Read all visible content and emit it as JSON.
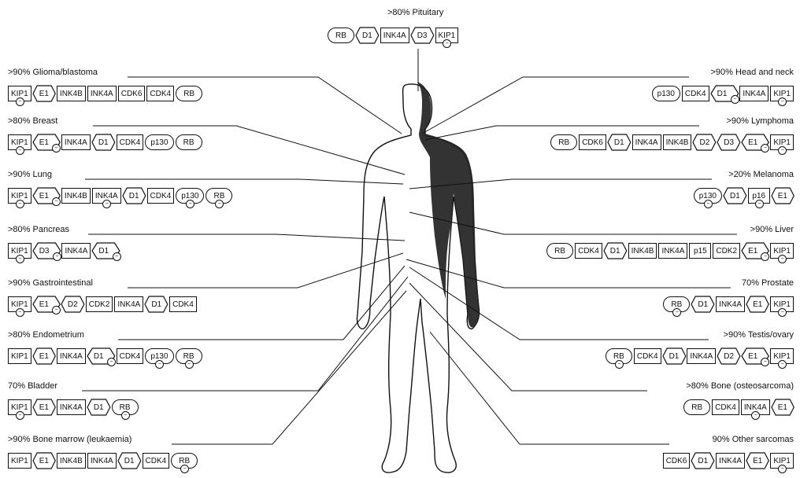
{
  "pituitary": {
    "label": ">80% Pituitary",
    "items": [
      {
        "t": "RB",
        "s": "oval"
      },
      {
        "t": "D1",
        "s": "hex"
      },
      {
        "t": "INK4A",
        "s": "box"
      },
      {
        "t": "D3",
        "s": "hex"
      },
      {
        "t": "KIP1",
        "s": "box",
        "m": true
      }
    ]
  },
  "left": [
    {
      "label": ">90% Glioma/blastoma",
      "items": [
        {
          "t": "KIP1",
          "s": "box",
          "m": true
        },
        {
          "t": "E1",
          "s": "hex"
        },
        {
          "t": "INK4B",
          "s": "box"
        },
        {
          "t": "INK4A",
          "s": "box"
        },
        {
          "t": "CDK6",
          "s": "box"
        },
        {
          "t": "CDK4",
          "s": "box"
        },
        {
          "t": "RB",
          "s": "oval"
        }
      ]
    },
    {
      "label": ">80% Breast",
      "items": [
        {
          "t": "KIP1",
          "s": "box",
          "m": true
        },
        {
          "t": "E1",
          "s": "hex",
          "m": true
        },
        {
          "t": "INK4A",
          "s": "box"
        },
        {
          "t": "D1",
          "s": "hex"
        },
        {
          "t": "CDK4",
          "s": "box"
        },
        {
          "t": "p130",
          "s": "oval"
        },
        {
          "t": "RB",
          "s": "oval"
        }
      ]
    },
    {
      "label": ">90% Lung",
      "items": [
        {
          "t": "KIP1",
          "s": "box",
          "m": true
        },
        {
          "t": "E1",
          "s": "hex",
          "m": true
        },
        {
          "t": "INK4B",
          "s": "box"
        },
        {
          "t": "INK4A",
          "s": "box",
          "m": true
        },
        {
          "t": "D1",
          "s": "hex"
        },
        {
          "t": "CDK4",
          "s": "box"
        },
        {
          "t": "p130",
          "s": "oval",
          "m": true
        },
        {
          "t": "RB",
          "s": "oval",
          "m": true
        }
      ]
    },
    {
      "label": ">80% Pancreas",
      "items": [
        {
          "t": "KIP1",
          "s": "box",
          "m": true
        },
        {
          "t": "D3",
          "s": "hex",
          "m": true
        },
        {
          "t": "INK4A",
          "s": "box"
        },
        {
          "t": "D1",
          "s": "hex",
          "m": true
        }
      ]
    },
    {
      "label": ">90% Gastrointestinal",
      "items": [
        {
          "t": "KIP1",
          "s": "box",
          "m": true
        },
        {
          "t": "E1",
          "s": "hex",
          "m": true
        },
        {
          "t": "D2",
          "s": "hex"
        },
        {
          "t": "CDK2",
          "s": "box"
        },
        {
          "t": "INK4A",
          "s": "box"
        },
        {
          "t": "D1",
          "s": "hex"
        },
        {
          "t": "CDK4",
          "s": "box"
        }
      ]
    },
    {
      "label": ">80% Endometrium",
      "items": [
        {
          "t": "KIP1",
          "s": "box"
        },
        {
          "t": "E1",
          "s": "hex"
        },
        {
          "t": "INK4A",
          "s": "box"
        },
        {
          "t": "D1",
          "s": "hex",
          "m": true
        },
        {
          "t": "CDK4",
          "s": "box"
        },
        {
          "t": "p130",
          "s": "oval",
          "m": true
        },
        {
          "t": "RB",
          "s": "oval",
          "m": true
        }
      ]
    },
    {
      "label": "70% Bladder",
      "items": [
        {
          "t": "KIP1",
          "s": "box",
          "m": true
        },
        {
          "t": "E1",
          "s": "hex"
        },
        {
          "t": "INK4A",
          "s": "box"
        },
        {
          "t": "D1",
          "s": "hex"
        },
        {
          "t": "RB",
          "s": "oval",
          "m": true
        }
      ]
    },
    {
      "label": ">90% Bone marrow (leukaemia)",
      "items": [
        {
          "t": "KIP1",
          "s": "box"
        },
        {
          "t": "E1",
          "s": "hex"
        },
        {
          "t": "INK4B",
          "s": "box"
        },
        {
          "t": "INK4A",
          "s": "box"
        },
        {
          "t": "D1",
          "s": "hex"
        },
        {
          "t": "CDK4",
          "s": "box"
        },
        {
          "t": "RB",
          "s": "oval",
          "m": true
        }
      ]
    }
  ],
  "right": [
    {
      "label": ">90% Head and neck",
      "items": [
        {
          "t": "p130",
          "s": "oval"
        },
        {
          "t": "CDK4",
          "s": "box"
        },
        {
          "t": "D1",
          "s": "hex",
          "m": true
        },
        {
          "t": "INK4A",
          "s": "box"
        },
        {
          "t": "KIP1",
          "s": "box",
          "m": true
        }
      ]
    },
    {
      "label": ">90% Lymphoma",
      "items": [
        {
          "t": "RB",
          "s": "oval"
        },
        {
          "t": "CDK6",
          "s": "box"
        },
        {
          "t": "D1",
          "s": "hex"
        },
        {
          "t": "INK4A",
          "s": "box"
        },
        {
          "t": "INK4B",
          "s": "box"
        },
        {
          "t": "D2",
          "s": "hex"
        },
        {
          "t": "D3",
          "s": "hex"
        },
        {
          "t": "E1",
          "s": "hex",
          "m": true
        },
        {
          "t": "KIP1",
          "s": "box",
          "m": true
        }
      ]
    },
    {
      "label": ">20% Melanoma",
      "items": [
        {
          "t": "p130",
          "s": "oval",
          "m": true
        },
        {
          "t": "D1",
          "s": "hex"
        },
        {
          "t": "p16",
          "s": "box",
          "m": true
        },
        {
          "t": "E1",
          "s": "hex"
        }
      ]
    },
    {
      "label": ">90% Liver",
      "items": [
        {
          "t": "RB",
          "s": "oval"
        },
        {
          "t": "CDK4",
          "s": "box"
        },
        {
          "t": "D1",
          "s": "hex"
        },
        {
          "t": "INK4B",
          "s": "box"
        },
        {
          "t": "INK4A",
          "s": "box"
        },
        {
          "t": "p15",
          "s": "box"
        },
        {
          "t": "CDK2",
          "s": "box"
        },
        {
          "t": "E1",
          "s": "hex",
          "m": true
        },
        {
          "t": "KIP1",
          "s": "box",
          "m": true
        }
      ]
    },
    {
      "label": "70% Prostate",
      "items": [
        {
          "t": "RB",
          "s": "oval",
          "m": true
        },
        {
          "t": "D1",
          "s": "hex"
        },
        {
          "t": "INK4A",
          "s": "box"
        },
        {
          "t": "E1",
          "s": "hex"
        },
        {
          "t": "KIP1",
          "s": "box",
          "m": true
        }
      ]
    },
    {
      "label": ">90% Testis/ovary",
      "items": [
        {
          "t": "RB",
          "s": "oval",
          "m": true
        },
        {
          "t": "CDK4",
          "s": "box"
        },
        {
          "t": "D1",
          "s": "hex"
        },
        {
          "t": "INK4A",
          "s": "box"
        },
        {
          "t": "D2",
          "s": "hex"
        },
        {
          "t": "E1",
          "s": "hex",
          "m": true
        },
        {
          "t": "KIP1",
          "s": "box",
          "m": true
        }
      ]
    },
    {
      "label": ">80% Bone (osteosarcoma)",
      "items": [
        {
          "t": "RB",
          "s": "oval"
        },
        {
          "t": "CDK4",
          "s": "box"
        },
        {
          "t": "INK4A",
          "s": "box",
          "m": true
        },
        {
          "t": "E1",
          "s": "hex"
        }
      ]
    },
    {
      "label": "90% Other sarcomas",
      "items": [
        {
          "t": "CDK6",
          "s": "box"
        },
        {
          "t": "D1",
          "s": "hex"
        },
        {
          "t": "INK4A",
          "s": "box"
        },
        {
          "t": "E1",
          "s": "hex"
        },
        {
          "t": "KIP1",
          "s": "box",
          "m": true
        }
      ]
    }
  ],
  "mark_glyph": "−"
}
